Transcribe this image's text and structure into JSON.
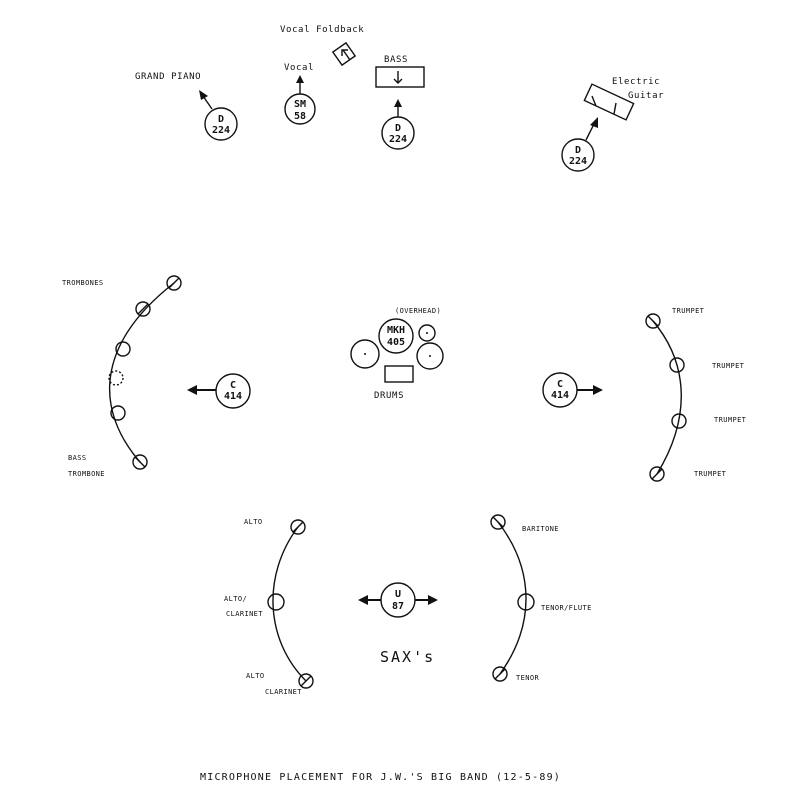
{
  "mics": {
    "piano": {
      "label": "GRAND PIANO",
      "line1": "D",
      "line2": "224"
    },
    "vocal": {
      "label": "Vocal",
      "line1": "SM",
      "line2": "58"
    },
    "vocal_foldback": "Vocal Foldback",
    "bass": {
      "label": "BASS",
      "line1": "D",
      "line2": "224"
    },
    "guitar": {
      "label1": "Electric",
      "label2": "Guitar",
      "line1": "D",
      "line2": "224"
    },
    "drums": {
      "label": "DRUMS",
      "overhead": "(OVERHEAD)",
      "line1": "MKH",
      "line2": "405"
    },
    "trombone_mic": {
      "line1": "C",
      "line2": "414"
    },
    "trumpet_mic": {
      "line1": "C",
      "line2": "414"
    },
    "sax_mic": {
      "line1": "U",
      "line2": "87"
    }
  },
  "sections": {
    "trombones": {
      "top_label": "TROMBONES",
      "bottom_label1": "BASS",
      "bottom_label2": "TROMBONE"
    },
    "trumpets": [
      "TRUMPET",
      "TRUMPET",
      "TRUMPET",
      "TRUMPET"
    ],
    "saxes_left": {
      "top": "ALTO",
      "mid1": "ALTO/",
      "mid2": "CLARINET",
      "bot1": "ALTO",
      "bot2": "CLARINET"
    },
    "saxes_right": {
      "top": "BARITONE",
      "mid": "TENOR/FLUTE",
      "bot": "TENOR"
    },
    "sax_title": "SAX's"
  },
  "caption": "MICROPHONE PLACEMENT FOR J.W.'S BIG BAND (12-5-89)"
}
